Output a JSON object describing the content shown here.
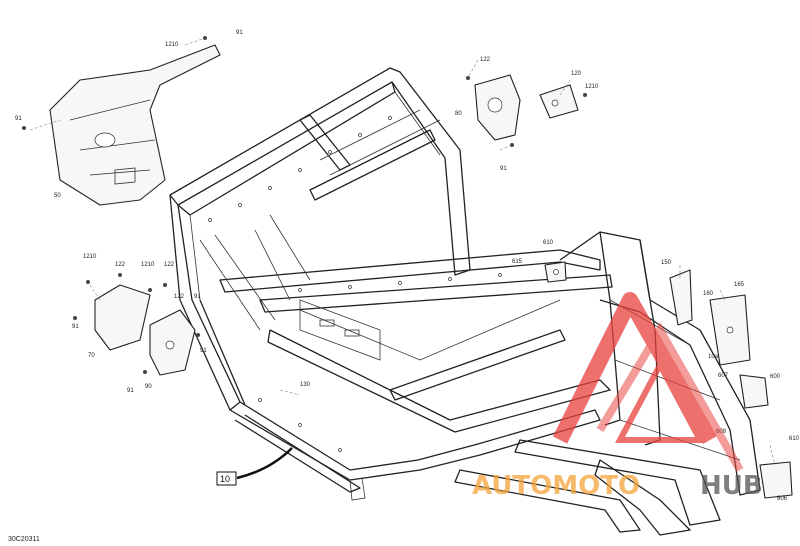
{
  "diagram_code": "30C20311",
  "frame_box_label": "10",
  "callouts": [
    {
      "id": "c-1210-top",
      "text": "1210"
    },
    {
      "id": "c-91-top",
      "text": "91"
    },
    {
      "id": "c-91-left",
      "text": "91"
    },
    {
      "id": "c-50",
      "text": "50"
    },
    {
      "id": "c-122-right",
      "text": "122"
    },
    {
      "id": "c-120",
      "text": "120"
    },
    {
      "id": "c-1210-right",
      "text": "1210"
    },
    {
      "id": "c-80",
      "text": "80"
    },
    {
      "id": "c-91-right",
      "text": "91"
    },
    {
      "id": "c-1210-l1",
      "text": "1210"
    },
    {
      "id": "c-122-l1",
      "text": "122"
    },
    {
      "id": "c-1210-l2",
      "text": "1210"
    },
    {
      "id": "c-122-l2",
      "text": "122"
    },
    {
      "id": "c-122-l3",
      "text": "122"
    },
    {
      "id": "c-91-l1",
      "text": "91"
    },
    {
      "id": "c-91-l2",
      "text": "91"
    },
    {
      "id": "c-70",
      "text": "70"
    },
    {
      "id": "c-91-l3",
      "text": "91"
    },
    {
      "id": "c-91-l4",
      "text": "91"
    },
    {
      "id": "c-90",
      "text": "90"
    },
    {
      "id": "c-610",
      "text": "610"
    },
    {
      "id": "c-615",
      "text": "615"
    },
    {
      "id": "c-130",
      "text": "130"
    },
    {
      "id": "c-150",
      "text": "150"
    },
    {
      "id": "c-160",
      "text": "160"
    },
    {
      "id": "c-165",
      "text": "165"
    },
    {
      "id": "c-10a",
      "text": "10a"
    },
    {
      "id": "c-607",
      "text": "607"
    },
    {
      "id": "c-600",
      "text": "600"
    },
    {
      "id": "c-608",
      "text": "608"
    },
    {
      "id": "c-610-b",
      "text": "610"
    },
    {
      "id": "c-606",
      "text": "606"
    }
  ],
  "watermark": {
    "text_left": "AUTOMOTO",
    "text_right": "HUB",
    "color_red": "#e8413c",
    "color_orange": "#f5a43a",
    "color_dark": "#555555"
  }
}
